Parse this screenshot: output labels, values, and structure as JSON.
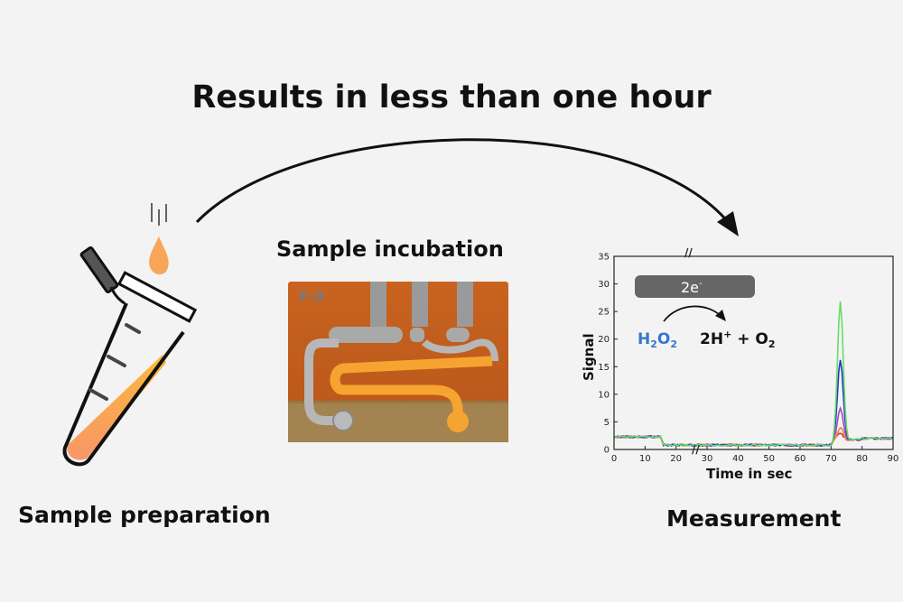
{
  "title": "Results in less than one hour",
  "steps": {
    "preparation": "Sample preparation",
    "incubation": "Sample incubation",
    "measurement": "Measurement"
  },
  "chip": {
    "label": "F-9"
  },
  "reaction": {
    "electrons": "2e",
    "electrons_sup": "-",
    "reactant_main": "H",
    "reactant_sub1": "2",
    "reactant_mid": "O",
    "reactant_sub2": "2",
    "product_a": "2H",
    "product_sup": "+",
    "product_plus": " + O",
    "product_sub": "2"
  },
  "colors": {
    "background": "#f3f3f3",
    "liquid": "#f8a55a",
    "chip_orange": "#d2641c",
    "electrode_gold": "#f6a431",
    "reactant_blue": "#3377cc",
    "electron_box": "#666666"
  },
  "chart_data": {
    "type": "line",
    "xlabel": "Time in sec",
    "ylabel": "Signal",
    "xlim": [
      0,
      90
    ],
    "ylim": [
      0,
      35
    ],
    "xticks": [
      0,
      10,
      20,
      30,
      40,
      50,
      60,
      70,
      80,
      90
    ],
    "yticks": [
      0,
      5,
      10,
      15,
      20,
      25,
      30,
      35
    ],
    "axis_break": "//",
    "series": [
      {
        "color": "#66dd66",
        "peak": 26.8
      },
      {
        "color": "#2233cc",
        "peak": 16.2
      },
      {
        "color": "#aa44bb",
        "peak": 7.5
      },
      {
        "color": "#ee8833",
        "peak": 4.0
      },
      {
        "color": "#dd3333",
        "peak": 3.0
      }
    ],
    "baseline_before": 2.3,
    "baseline_after": 0.8,
    "drop_at": 15,
    "peak_at": 73
  }
}
